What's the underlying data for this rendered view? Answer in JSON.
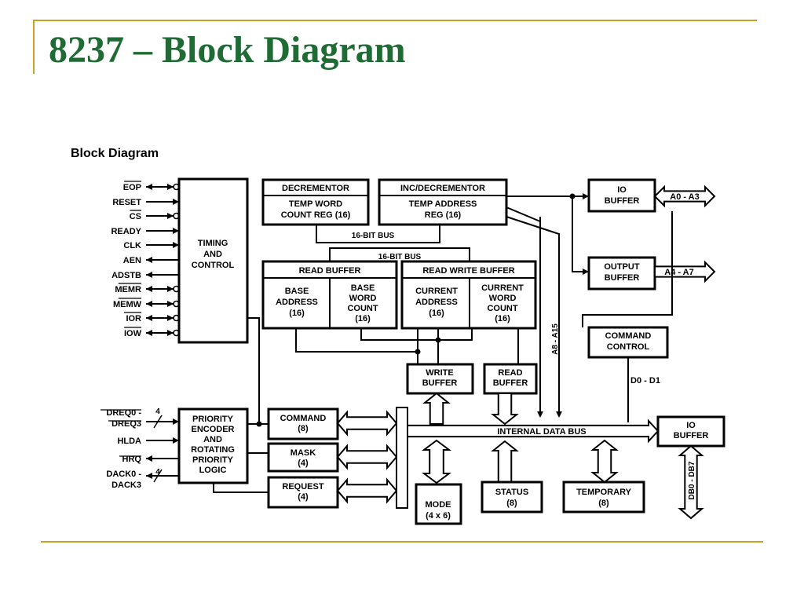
{
  "slide": {
    "title": "8237 – Block Diagram"
  },
  "diagram": {
    "heading": "Block Diagram",
    "pins_control": [
      "EOP",
      "RESET",
      "CS",
      "READY",
      "CLK",
      "AEN",
      "ADSTB",
      "MEMR",
      "MEMW",
      "IOR",
      "IOW"
    ],
    "pins_priority": [
      "DREQ0 -",
      "DREQ3",
      "HLDA",
      "HRQ",
      "DACK0 -",
      "DACK3"
    ],
    "bus_width_dreq": "4",
    "bus_width_dack": "4",
    "timing_control": [
      "TIMING",
      "AND",
      "CONTROL"
    ],
    "decrementor_title": "DECREMENTOR",
    "decrementor_body": [
      "TEMP WORD",
      "COUNT REG (16)"
    ],
    "incdec_title": "INC/DECREMENTOR",
    "incdec_body": [
      "TEMP ADDRESS",
      "REG (16)"
    ],
    "bus_16bit_upper": "16-BIT BUS",
    "bus_16bit_lower": "16-BIT BUS",
    "read_buffer_title": "READ BUFFER",
    "base_address": [
      "BASE",
      "ADDRESS",
      "(16)"
    ],
    "base_word_count": [
      "BASE",
      "WORD",
      "COUNT",
      "(16)"
    ],
    "read_write_buffer_title": "READ WRITE BUFFER",
    "current_address": [
      "CURRENT",
      "ADDRESS",
      "(16)"
    ],
    "current_word_count": [
      "CURRENT",
      "WORD",
      "COUNT",
      "(16)"
    ],
    "io_buffer_top": [
      "IO",
      "BUFFER"
    ],
    "addr_a0_a3": "A0 - A3",
    "output_buffer": [
      "OUTPUT",
      "BUFFER"
    ],
    "addr_a4_a7": "A4 - A7",
    "addr_a8_a15": "A8 - A15",
    "command_control": [
      "COMMAND",
      "CONTROL"
    ],
    "d0_d1": "D0 - D1",
    "write_buffer": [
      "WRITE",
      "BUFFER"
    ],
    "read_buffer_small": [
      "READ",
      "BUFFER"
    ],
    "priority_logic": [
      "PRIORITY",
      "ENCODER",
      "AND",
      "ROTATING",
      "PRIORITY",
      "LOGIC"
    ],
    "command_reg": [
      "COMMAND",
      "(8)"
    ],
    "mask_reg": [
      "MASK",
      "(4)"
    ],
    "request_reg": [
      "REQUEST",
      "(4)"
    ],
    "internal_data_bus": "INTERNAL DATA BUS",
    "io_buffer_bottom": [
      "IO",
      "BUFFER"
    ],
    "db0_db7": "DB0 - DB7",
    "mode_reg": [
      "MODE",
      "(4 x 6)"
    ],
    "status_reg": [
      "STATUS",
      "(8)"
    ],
    "temporary_reg": [
      "TEMPORARY",
      "(8)"
    ]
  }
}
